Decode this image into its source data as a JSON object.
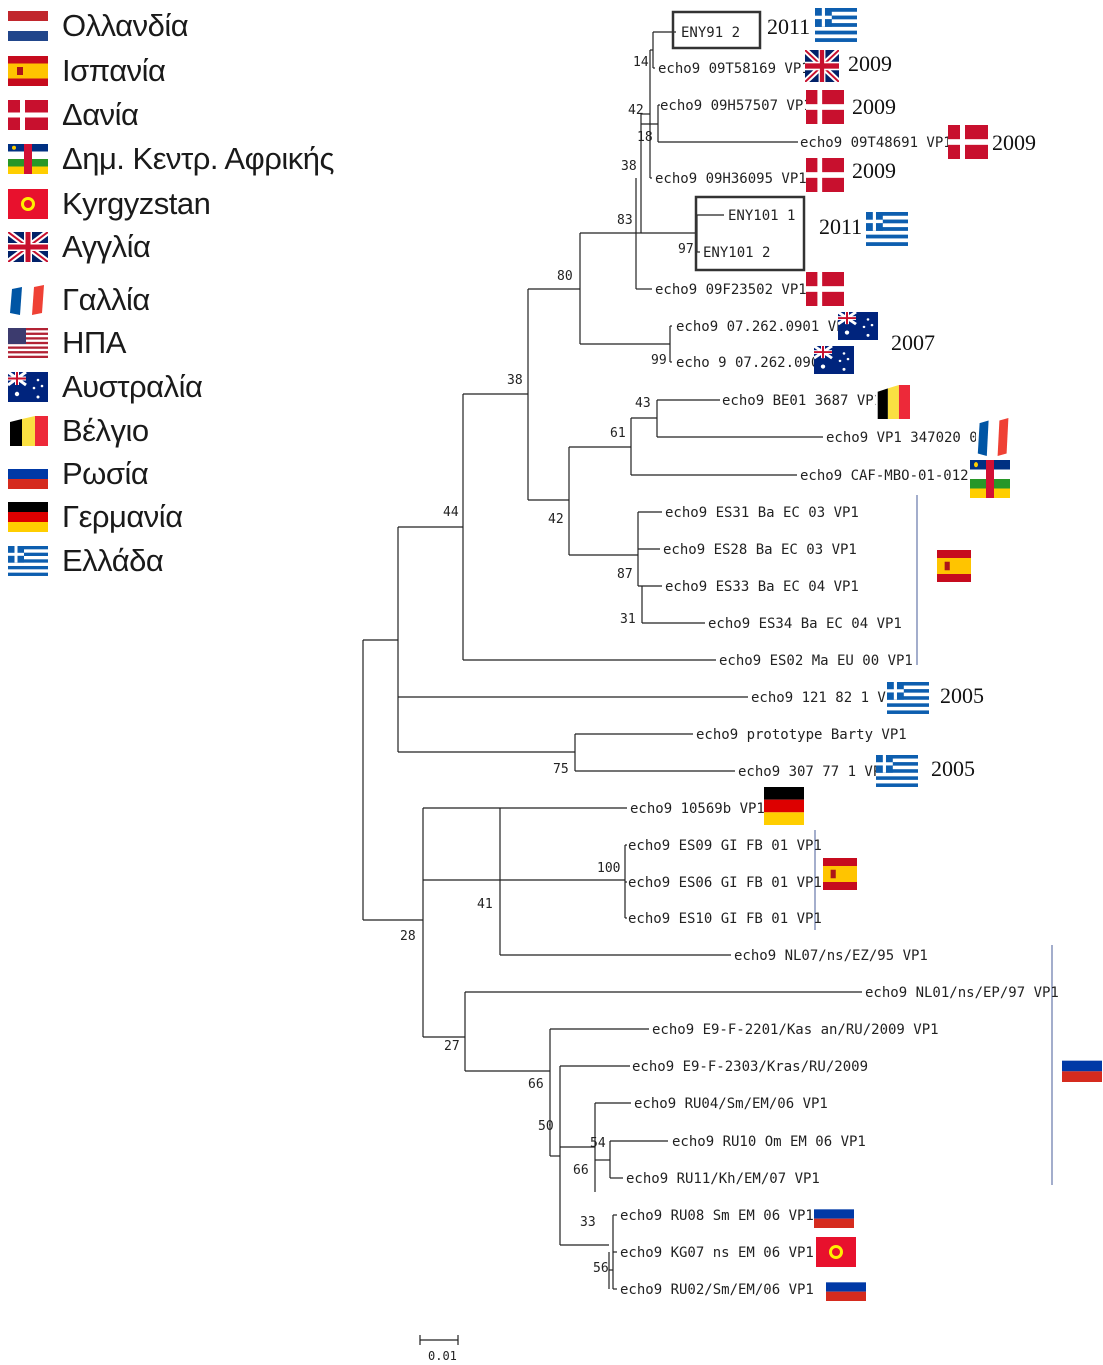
{
  "legend": [
    {
      "label": "Ολλανδία",
      "flag": "netherlands-flag"
    },
    {
      "label": "Ισπανία",
      "flag": "spain-flag"
    },
    {
      "label": "Δανία",
      "flag": "denmark-flag"
    },
    {
      "label": "Δημ. Κεντρ. Αφρικής",
      "flag": "central-african-republic-flag"
    },
    {
      "label": "Kyrgyzstan",
      "flag": "kyrgyzstan-flag"
    },
    {
      "label": "Αγγλία",
      "flag": "uk-flag"
    },
    {
      "label": "Γαλλία",
      "flag": "france-flag"
    },
    {
      "label": "ΗΠΑ",
      "flag": "usa-flag"
    },
    {
      "label": "Αυστραλία",
      "flag": "australia-flag"
    },
    {
      "label": "Βέλγιο",
      "flag": "belgium-flag"
    },
    {
      "label": "Ρωσία",
      "flag": "russia-flag"
    },
    {
      "label": "Γερμανία",
      "flag": "germany-flag"
    },
    {
      "label": "Ελλάδα",
      "flag": "greece-flag"
    }
  ],
  "leaves": [
    "ENY91 2",
    "echo9 09T58169 VP1",
    "echo9 09H57507 VP1",
    "echo9 09T48691 VP1",
    "echo9 09H36095 VP1",
    "ENY101 1",
    "ENY101 2",
    "echo9 09F23502 VP1",
    "echo9 07.262.0901 VP1",
    "echo 9 07.262.0901",
    "echo9 BE01 3687 VP1",
    "echo9 VP1 347020 06",
    "echo9 CAF-MBO-01-012",
    "echo9 ES31 Ba EC 03 VP1",
    "echo9 ES28 Ba EC 03 VP1",
    "echo9 ES33 Ba EC 04 VP1",
    "echo9 ES34 Ba EC 04 VP1",
    "echo9 ES02 Ma EU 00 VP1",
    "echo9 121 82 1 VP1",
    "echo9 prototype Barty VP1",
    "echo9 307 77 1 VP1",
    "echo9 10569b VP1",
    "echo9 ES09 GI FB 01 VP1",
    "echo9 ES06 GI FB 01 VP1",
    "echo9 ES10 GI FB 01 VP1",
    "echo9 NL07/ns/EZ/95 VP1",
    "echo9 NL01/ns/EP/97 VP1",
    "echo9 E9-F-2201/Kas an/RU/2009 VP1",
    "echo9 E9-F-2303/Kras/RU/2009",
    "echo9 RU04/Sm/EM/06 VP1",
    "echo9 RU10 Om EM 06 VP1",
    "echo9 RU11/Kh/EM/07 VP1",
    "echo9 RU08 Sm EM 06 VP1",
    "echo9 KG07 ns EM 06 VP1",
    "echo9 RU02/Sm/EM/06 VP1"
  ],
  "support_values": [
    "14",
    "42",
    "18",
    "38",
    "83",
    "97",
    "80",
    "99",
    "38",
    "43",
    "61",
    "42",
    "87",
    "31",
    "44",
    "75",
    "100",
    "41",
    "28",
    "27",
    "66",
    "50",
    "54",
    "66",
    "33",
    "56"
  ],
  "years": [
    "2011",
    "2009",
    "2009",
    "2009",
    "2009",
    "2011",
    "2007",
    "2005",
    "2005"
  ],
  "scale_bar": {
    "label": "0.01"
  }
}
